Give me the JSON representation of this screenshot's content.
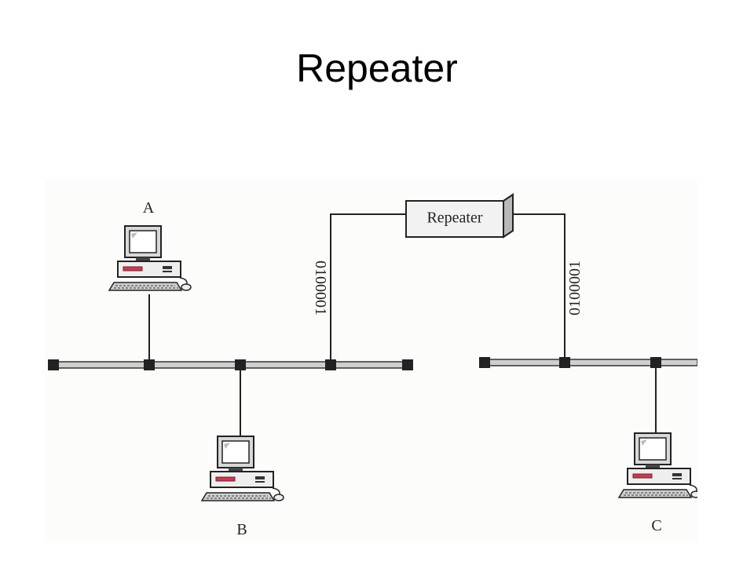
{
  "title": "Repeater",
  "diagram": {
    "repeater_label": "Repeater",
    "stations": {
      "a": "A",
      "b": "B",
      "c": "C"
    },
    "signals": {
      "left": "0100001",
      "right": "0100001"
    }
  }
}
